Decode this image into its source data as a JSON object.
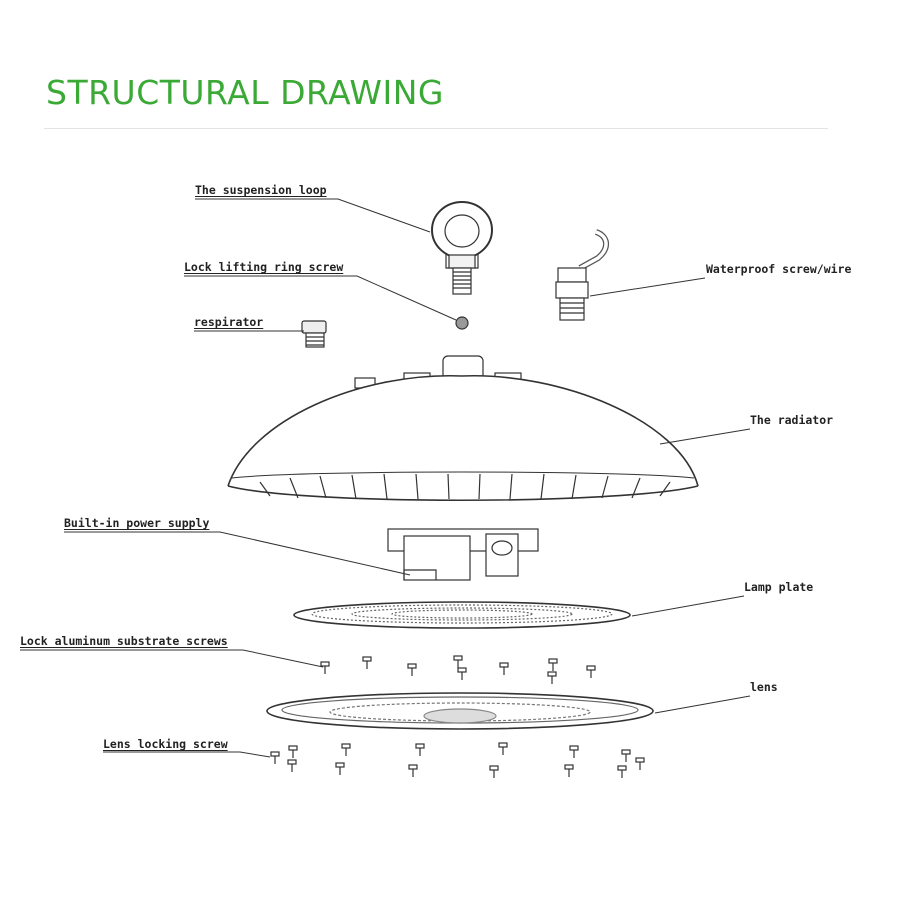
{
  "title": "STRUCTURAL DRAWING",
  "labels": {
    "suspension_loop": "The suspension loop",
    "lock_lifting_ring_screw": "Lock lifting ring screw",
    "respirator": "respirator",
    "waterproof_screw_wire": "Waterproof screw/wire",
    "radiator": "The radiator",
    "power_supply": "Built-in power supply",
    "lamp_plate": "Lamp plate",
    "substrate_screws": "Lock aluminum substrate screws",
    "lens": "lens",
    "lens_locking_screw": "Lens locking screw"
  },
  "colors": {
    "title": "#3aa935",
    "line": "#333333",
    "rule": "#e3e3e3"
  }
}
